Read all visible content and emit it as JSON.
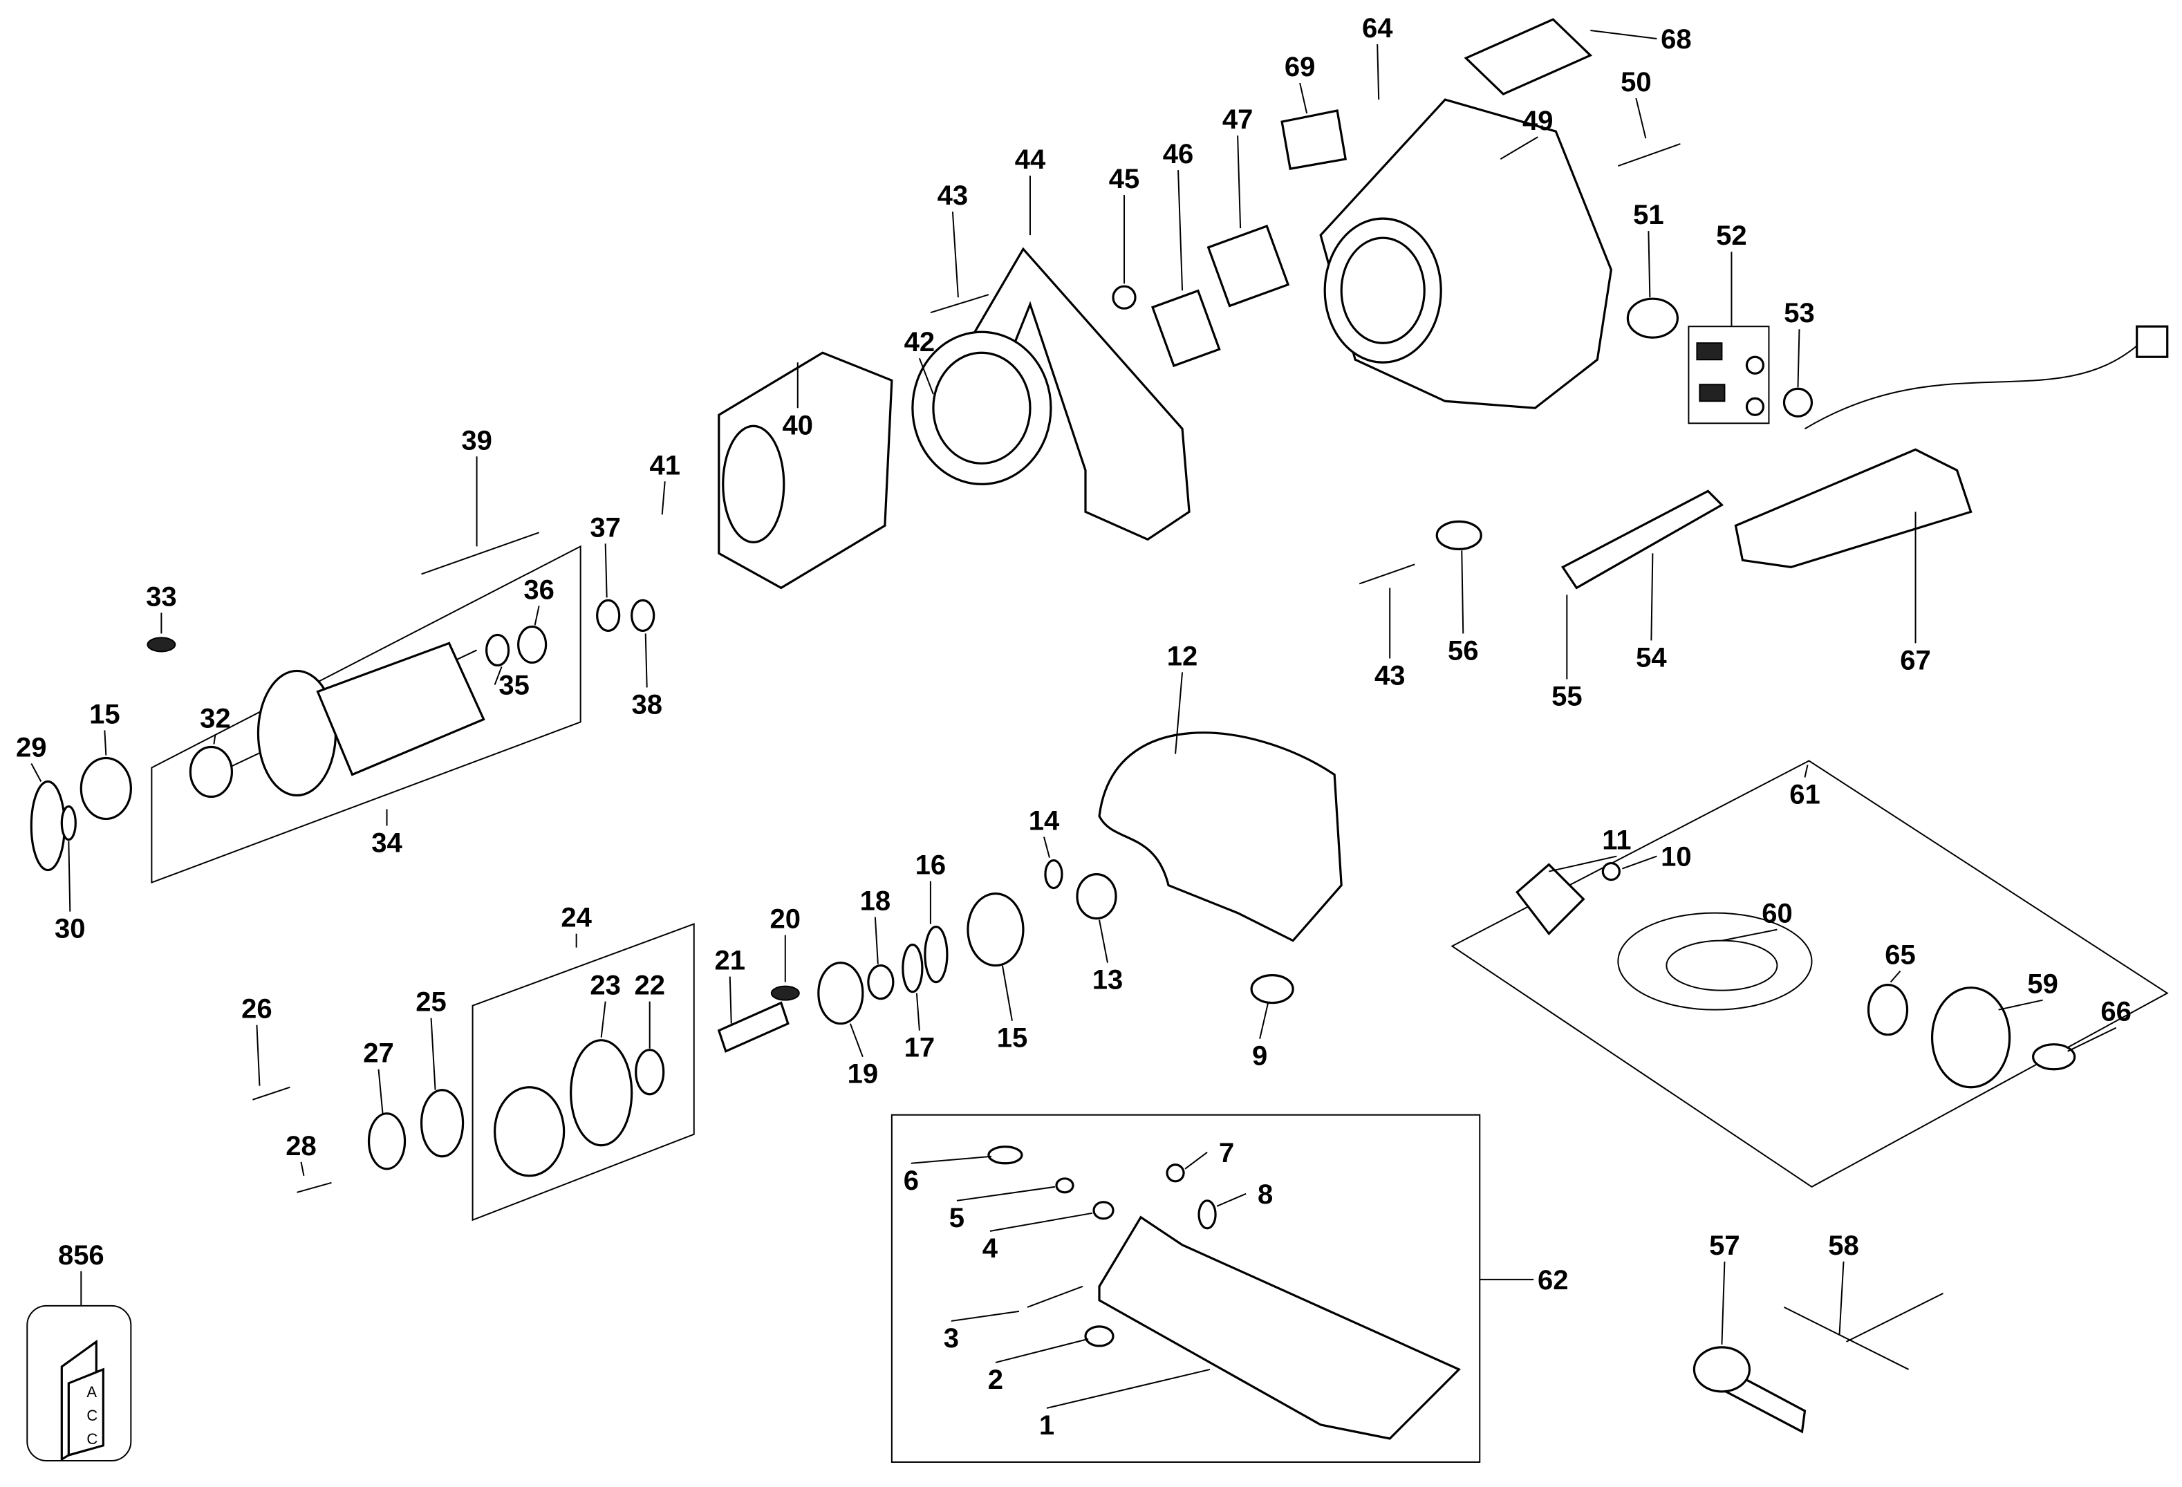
{
  "diagram": {
    "type": "exploded parts diagram",
    "callouts": [
      "68",
      "64",
      "69",
      "50",
      "49",
      "47",
      "46",
      "45",
      "44",
      "43",
      "51",
      "52",
      "53",
      "42",
      "40",
      "39",
      "41",
      "37",
      "36",
      "33",
      "38",
      "35",
      "15",
      "32",
      "29",
      "34",
      "30",
      "12",
      "43",
      "56",
      "55",
      "54",
      "67",
      "61",
      "11",
      "10",
      "60",
      "14",
      "16",
      "18",
      "20",
      "24",
      "21",
      "23",
      "22",
      "26",
      "25",
      "13",
      "15",
      "17",
      "19",
      "9",
      "65",
      "59",
      "66",
      "27",
      "28",
      "7",
      "6",
      "8",
      "5",
      "4",
      "62",
      "57",
      "58",
      "3",
      "2",
      "1",
      "856"
    ],
    "kit_label_text": [
      "A",
      "C",
      "C"
    ]
  }
}
